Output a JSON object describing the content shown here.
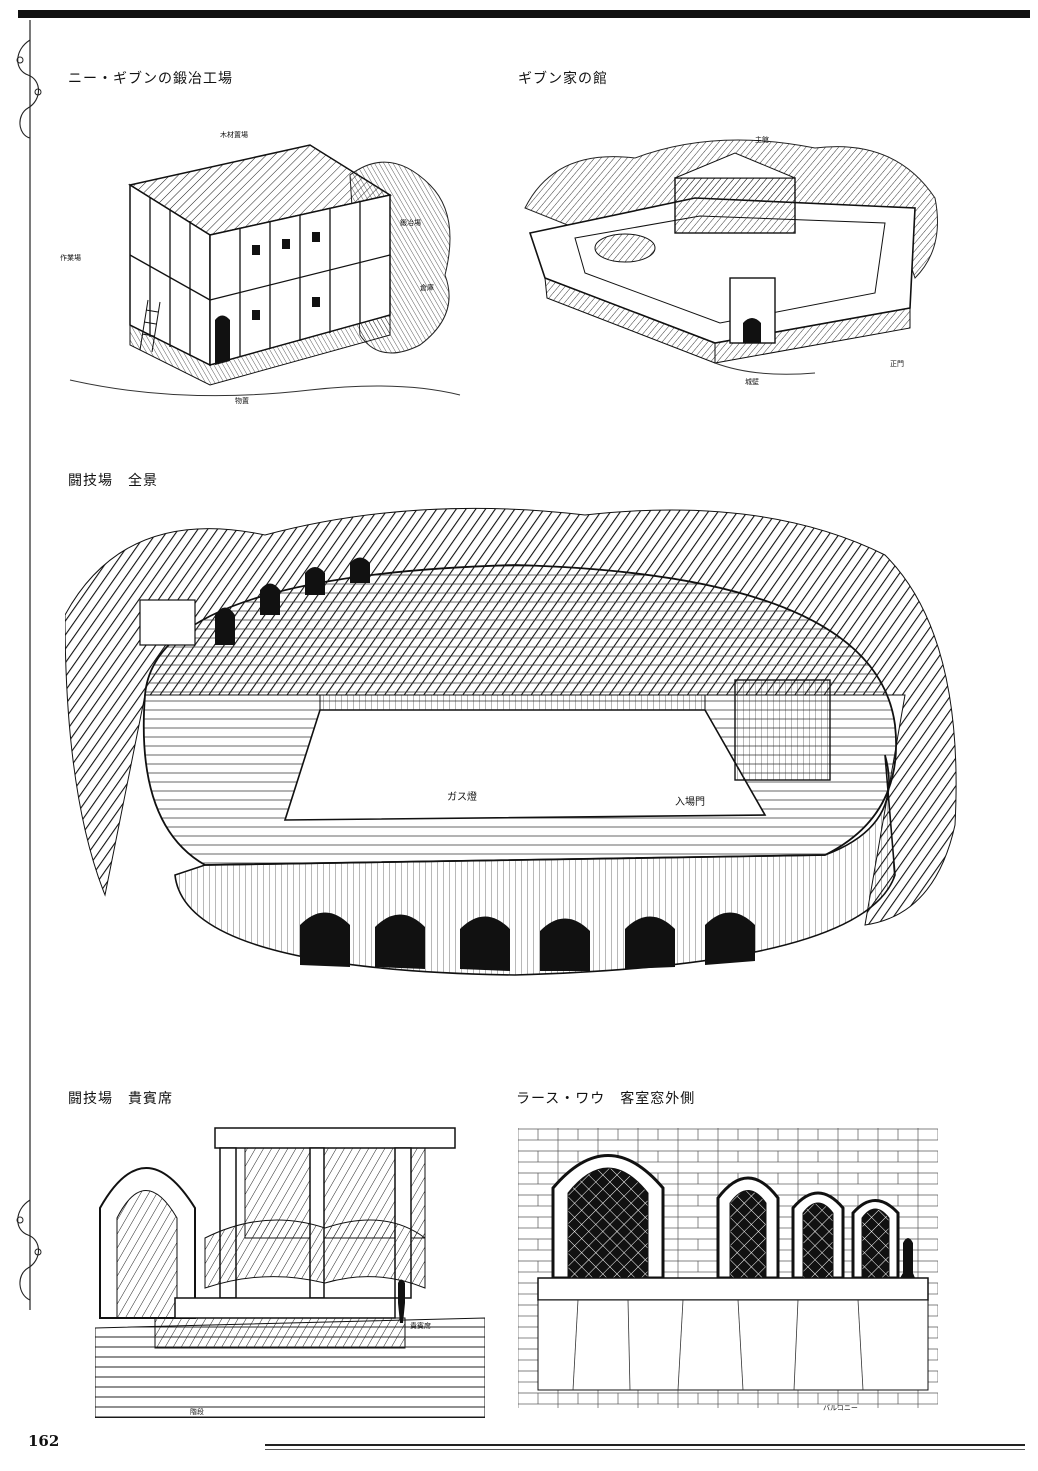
{
  "captions": {
    "smithy": "ニー・ギブンの鍛冶工場",
    "mansion": "ギブン家の館",
    "arena_overview": "闘技場　全景",
    "arena_vip": "闘技場　貴賓席",
    "guest_window": "ラース・ワウ　客室窓外側"
  },
  "smithy_labels": [
    "木材置場",
    "鍛冶場",
    "作業場",
    "倉庫",
    "物置"
  ],
  "mansion_labels": [
    "主館",
    "正門",
    "城壁"
  ],
  "arena_labels": {
    "left": "ガス燈",
    "right": "入場門"
  },
  "vip_labels": [
    "貴賓席",
    "階段"
  ],
  "window_labels": [
    "バルコニー"
  ],
  "page_number": "162"
}
